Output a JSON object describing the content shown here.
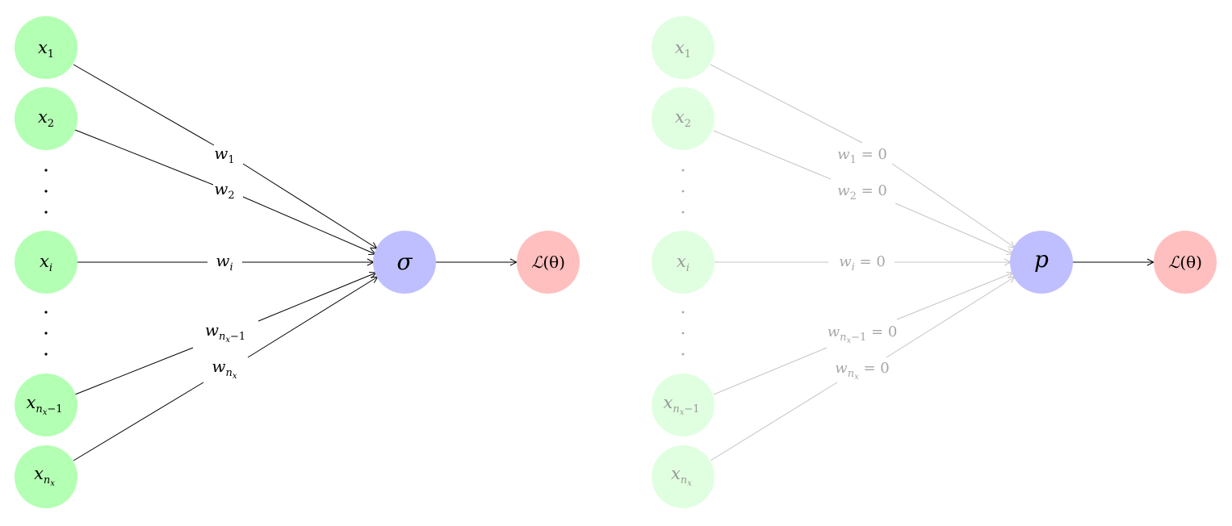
{
  "colors": {
    "input_node": "#b3ffb3",
    "activation_node": "#bfbfff",
    "loss_node": "#ffbfbf",
    "edge": "#000000",
    "faded_text": "#a6a6a6",
    "faded_edge": "#c4c4c4"
  },
  "left": {
    "inputs": {
      "x1": {
        "base": "x",
        "sub": "1"
      },
      "x2": {
        "base": "x",
        "sub": "2"
      },
      "xi": {
        "base": "x",
        "sub": "i"
      },
      "xn1": {
        "base": "x",
        "sub": "n",
        "subsub": "x",
        "tail": "−1"
      },
      "xn": {
        "base": "x",
        "sub": "n",
        "subsub": "x"
      }
    },
    "weights": {
      "w1": {
        "base": "w",
        "sub": "1"
      },
      "w2": {
        "base": "w",
        "sub": "2"
      },
      "wi": {
        "base": "w",
        "sub": "i"
      },
      "wn1": {
        "base": "w",
        "sub": "n",
        "subsub": "x",
        "tail": "−1"
      },
      "wn": {
        "base": "w",
        "sub": "n",
        "subsub": "x"
      }
    },
    "activation": "σ",
    "loss": {
      "script": "ℒ",
      "arg": "(θ)"
    }
  },
  "right": {
    "inputs": {
      "x1": {
        "base": "x",
        "sub": "1"
      },
      "x2": {
        "base": "x",
        "sub": "2"
      },
      "xi": {
        "base": "x",
        "sub": "i"
      },
      "xn1": {
        "base": "x",
        "sub": "n",
        "subsub": "x",
        "tail": "−1"
      },
      "xn": {
        "base": "x",
        "sub": "n",
        "subsub": "x"
      }
    },
    "weights": {
      "w1": {
        "base": "w",
        "sub": "1",
        "eq": " = 0"
      },
      "w2": {
        "base": "w",
        "sub": "2",
        "eq": " = 0"
      },
      "wi": {
        "base": "w",
        "sub": "i",
        "eq": " = 0"
      },
      "wn1": {
        "base": "w",
        "sub": "n",
        "subsub": "x",
        "tail": "−1",
        "eq": " = 0"
      },
      "wn": {
        "base": "w",
        "sub": "n",
        "subsub": "x",
        "eq": " = 0"
      }
    },
    "activation": "p",
    "loss": {
      "script": "ℒ",
      "arg": "(θ)"
    }
  }
}
